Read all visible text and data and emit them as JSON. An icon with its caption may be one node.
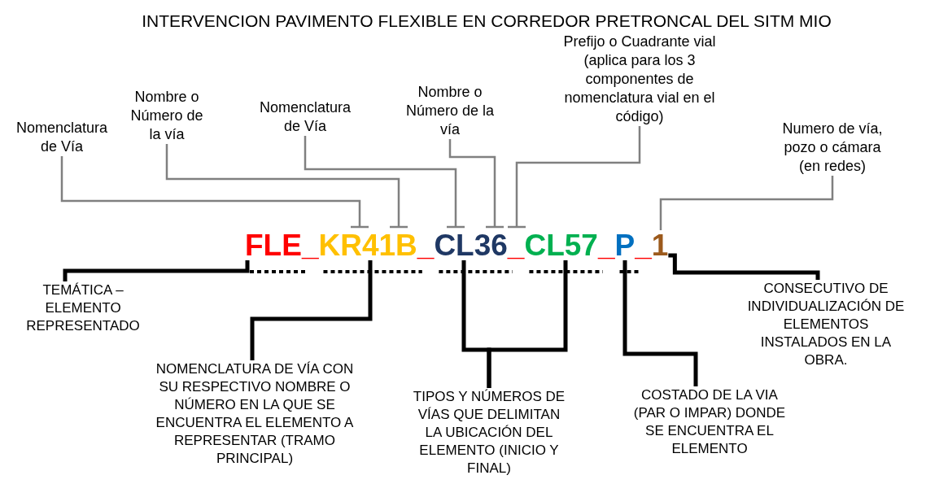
{
  "diagram": {
    "title": "INTERVENCION PAVIMENTO FLEXIBLE EN CORREDOR PRETRONCAL DEL SITM MIO",
    "nodes": [
      {
        "text": [
          "Nomenclatura de Vía"
        ]
      },
      {
        "text": [
          "Nombre o Número de la vía"
        ]
      },
      {
        "text": [
          "Nomenclatura de Vía"
        ]
      },
      {
        "text": [
          "Nombre o Número de la vía"
        ]
      },
      {
        "text": [
          "Prefijo o Cuadrante vial (aplica para los 3 componentes de nomenclatura vial en el código)"
        ]
      },
      {
        "text": [
          "Numero de vía, pozo o cámara (en redes)"
        ]
      },
      {
        "text": [
          "FLE"
        ]
      },
      {
        "text": [
          "KR41B"
        ]
      },
      {
        "text": [
          "CL36"
        ]
      },
      {
        "text": [
          "CL57"
        ]
      },
      {
        "text": [
          "P"
        ]
      },
      {
        "text": [
          "1"
        ]
      },
      {
        "text": [
          "TEMÁTICA – ELEMENTO REPRESENTADO"
        ]
      },
      {
        "text": [
          "CONSECUTIVO DE INDIVIDUALIZACIÓN DE ELEMENTOS INSTALADOS EN LA OBRA."
        ]
      },
      {
        "text": [
          "NOMENCLATURA DE VÍA CON SU RESPECTIVO NOMBRE O NÚMERO EN LA QUE SE ENCUENTRA EL ELEMENTO A REPRESENTAR (TRAMO PRINCIPAL)"
        ]
      },
      {
        "text": [
          "TIPOS Y NÚMEROS DE VÍAS QUE DELIMITAN LA UBICACIÓN DEL ELEMENTO (INICIO Y FINAL)"
        ]
      },
      {
        "text": [
          "COSTADO DE LA VIA (PAR O IMPAR) DONDE SE ENCUENTRA EL ELEMENTO"
        ]
      }
    ],
    "edges": [
      {
        "from": 0,
        "to": 7,
        "arrow": "other",
        "color": "#808080"
      },
      {
        "from": 1,
        "to": 7,
        "arrow": "other",
        "color": "#808080"
      },
      {
        "from": 2,
        "to": 8,
        "arrow": "other",
        "color": "#808080"
      },
      {
        "from": 3,
        "to": 8,
        "arrow": "other",
        "color": "#808080"
      },
      {
        "from": 4,
        "to": 8,
        "arrow": "other",
        "color": "#808080"
      },
      {
        "from": 5,
        "to": 11,
        "arrow": "none",
        "color": "#808080"
      },
      {
        "from": 6,
        "to": 12,
        "arrow": "none",
        "style": "thick",
        "color": "#000000"
      },
      {
        "from": 7,
        "to": 14,
        "arrow": "none",
        "style": "thick",
        "color": "#000000"
      },
      {
        "from": 8,
        "to": 15,
        "arrow": "none",
        "style": "thick",
        "color": "#000000"
      },
      {
        "from": 9,
        "to": 15,
        "arrow": "none",
        "style": "thick",
        "color": "#000000"
      },
      {
        "from": 10,
        "to": 16,
        "arrow": "none",
        "style": "thick",
        "color": "#000000"
      },
      {
        "from": 11,
        "to": 13,
        "arrow": "none",
        "style": "thick",
        "color": "#000000"
      }
    ],
    "labels": [
      "_",
      "_",
      "_",
      "_",
      "_"
    ]
  }
}
